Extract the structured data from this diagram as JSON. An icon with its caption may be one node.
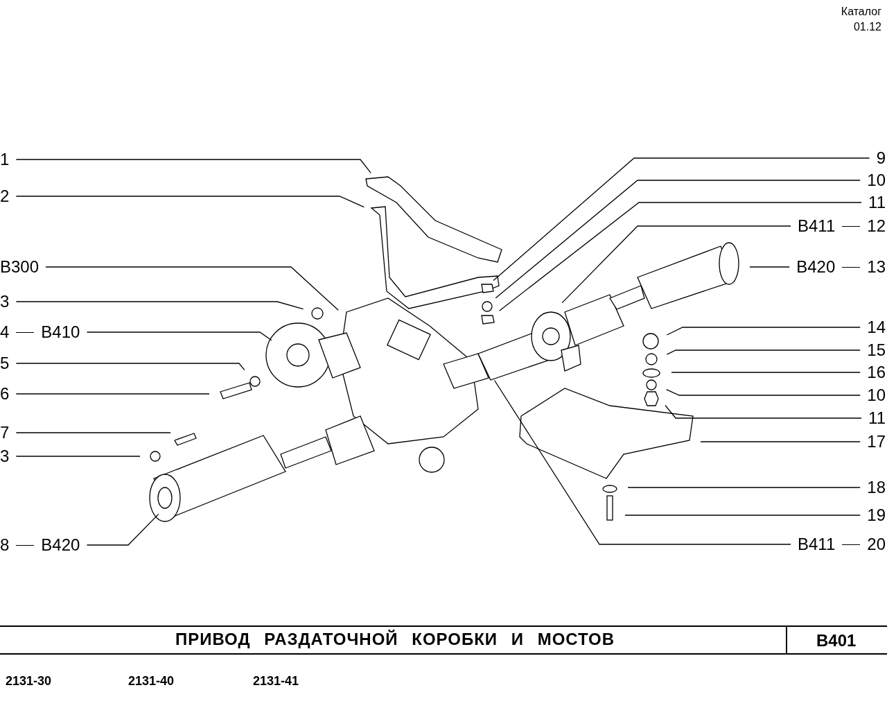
{
  "diagram": {
    "title": "ПРИВОД РАЗДАТОЧНОЙ КОРОБКИ И МОСТОВ",
    "nodes": [
      {
        "text": [
          "1"
        ]
      },
      {
        "text": [
          "2"
        ]
      },
      {
        "text": [
          "В300"
        ]
      },
      {
        "text": [
          "3"
        ]
      },
      {
        "text": [
          "4",
          "В410"
        ]
      },
      {
        "text": [
          "5"
        ]
      },
      {
        "text": [
          "6"
        ]
      },
      {
        "text": [
          "7"
        ]
      },
      {
        "text": [
          "3"
        ]
      },
      {
        "text": [
          "8",
          "В420"
        ]
      },
      {
        "text": [
          "9"
        ]
      },
      {
        "text": [
          "10"
        ]
      },
      {
        "text": [
          "11"
        ]
      },
      {
        "text": [
          "В411",
          "12"
        ]
      },
      {
        "text": [
          "В420",
          "13"
        ]
      },
      {
        "text": [
          "14"
        ]
      },
      {
        "text": [
          "15"
        ]
      },
      {
        "text": [
          "16"
        ]
      },
      {
        "text": [
          "10"
        ]
      },
      {
        "text": [
          "11"
        ]
      },
      {
        "text": [
          "17"
        ]
      },
      {
        "text": [
          "18"
        ]
      },
      {
        "text": [
          "19"
        ]
      },
      {
        "text": [
          "В411",
          "20"
        ]
      }
    ],
    "edges": [
      {
        "from": 0,
        "to": null,
        "arrow": "none"
      },
      {
        "from": 1,
        "to": null,
        "arrow": "none"
      },
      {
        "from": 2,
        "to": null,
        "arrow": "none"
      },
      {
        "from": 3,
        "to": null,
        "arrow": "none"
      },
      {
        "from": 4,
        "to": null,
        "arrow": "none"
      },
      {
        "from": 5,
        "to": null,
        "arrow": "none"
      },
      {
        "from": 6,
        "to": null,
        "arrow": "none"
      },
      {
        "from": 7,
        "to": null,
        "arrow": "none"
      },
      {
        "from": 8,
        "to": null,
        "arrow": "none"
      },
      {
        "from": 9,
        "to": null,
        "arrow": "none"
      },
      {
        "from": 10,
        "to": null,
        "arrow": "none"
      },
      {
        "from": 11,
        "to": null,
        "arrow": "none"
      },
      {
        "from": 12,
        "to": null,
        "arrow": "none"
      },
      {
        "from": 13,
        "to": null,
        "arrow": "none"
      },
      {
        "from": 14,
        "to": null,
        "arrow": "none"
      },
      {
        "from": 15,
        "to": null,
        "arrow": "none"
      },
      {
        "from": 16,
        "to": null,
        "arrow": "none"
      },
      {
        "from": 17,
        "to": null,
        "arrow": "none"
      },
      {
        "from": 18,
        "to": null,
        "arrow": "none"
      },
      {
        "from": 19,
        "to": null,
        "arrow": "none"
      },
      {
        "from": 20,
        "to": null,
        "arrow": "none"
      },
      {
        "from": 21,
        "to": null,
        "arrow": "none"
      },
      {
        "from": 22,
        "to": null,
        "arrow": "none"
      },
      {
        "from": 23,
        "to": null,
        "arrow": "none"
      }
    ],
    "labels": [
      "Каталог",
      "01.12",
      "В401",
      "2131-30",
      "2131-40",
      "2131-41"
    ]
  }
}
